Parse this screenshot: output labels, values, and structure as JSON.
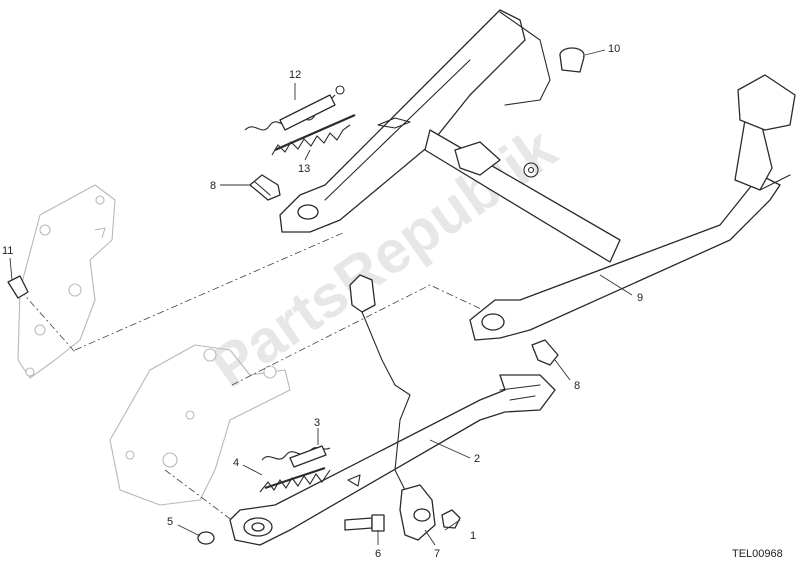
{
  "diagram": {
    "reference_code": "TEL00968",
    "watermark": "PartsRepublik",
    "callouts": [
      {
        "id": "c1",
        "label": "1"
      },
      {
        "id": "c2",
        "label": "2"
      },
      {
        "id": "c3",
        "label": "3"
      },
      {
        "id": "c4",
        "label": "4"
      },
      {
        "id": "c5",
        "label": "5"
      },
      {
        "id": "c6",
        "label": "6"
      },
      {
        "id": "c7",
        "label": "7"
      },
      {
        "id": "c8a",
        "label": "8"
      },
      {
        "id": "c8b",
        "label": "8"
      },
      {
        "id": "c9",
        "label": "9"
      },
      {
        "id": "c10",
        "label": "10"
      },
      {
        "id": "c11",
        "label": "11"
      },
      {
        "id": "c12",
        "label": "12"
      },
      {
        "id": "c13",
        "label": "13"
      }
    ]
  }
}
